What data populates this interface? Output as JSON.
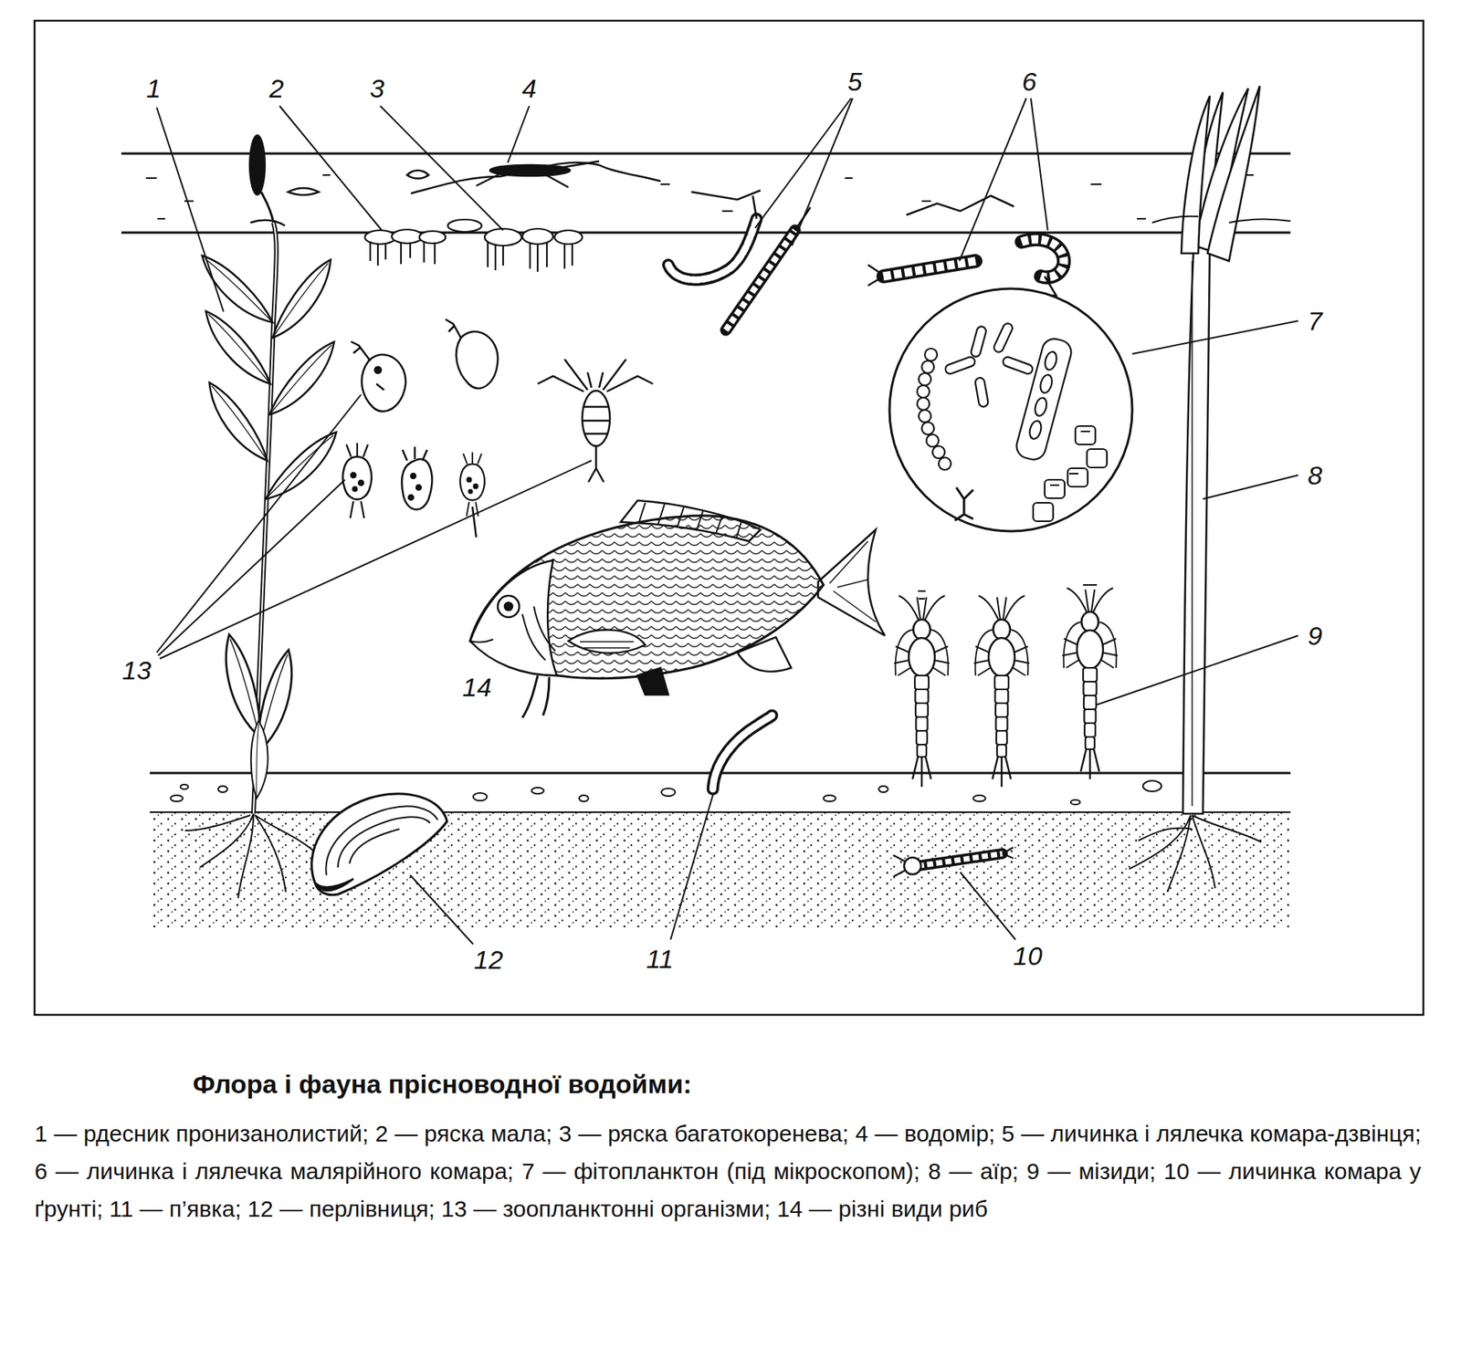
{
  "diagram": {
    "title": "Флора і фауна прісноводної водойми:",
    "caption": "1 — рдесник пронизанолистий; 2 — ряска мала; 3 — ряска багатокоренева; 4 — водомір; 5 — личинка і лялечка комара-дзвінця; 6 — личинка і лялечка малярійного комара; 7 — фітопланктон (під мікроскопом); 8 — аїр; 9 — мізиди; 10 — личинка комара у ґрунті; 11 — п’явка; 12 — перлівниця; 13 — зоопланктонні організми; 14 — різні види риб",
    "labels": [
      "1",
      "2",
      "3",
      "4",
      "5",
      "6",
      "7",
      "8",
      "9",
      "10",
      "11",
      "12",
      "13",
      "14"
    ]
  }
}
